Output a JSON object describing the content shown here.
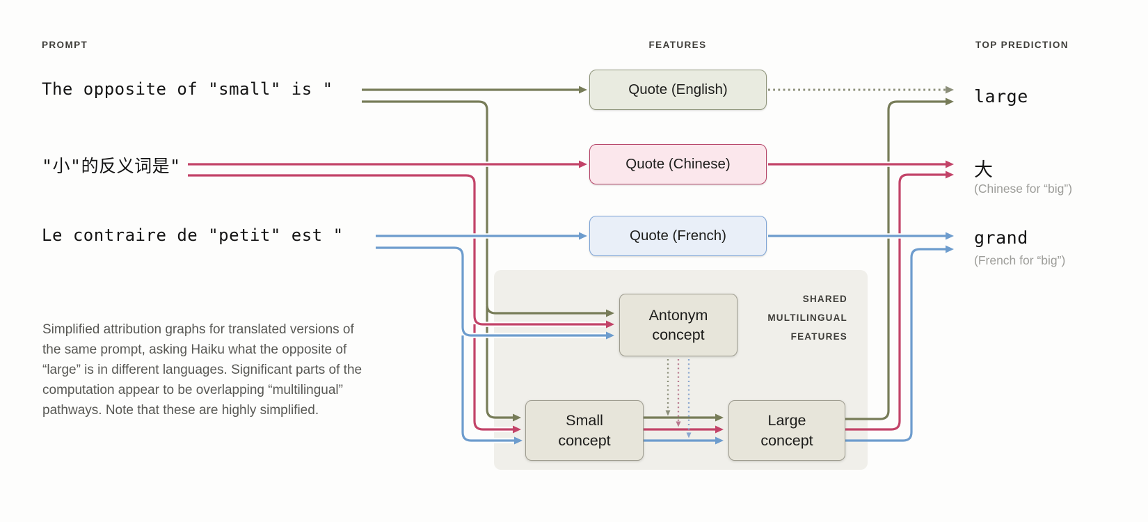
{
  "headers": {
    "prompt": "PROMPT",
    "features": "FEATURES",
    "top_prediction": "TOP PREDICTION"
  },
  "prompts": [
    {
      "id": "english",
      "text": "The opposite of \"small\" is \""
    },
    {
      "id": "chinese",
      "text": "\"小\"的反义词是\""
    },
    {
      "id": "french",
      "text": "Le contraire de \"petit\" est \""
    }
  ],
  "feature_boxes": [
    {
      "id": "english",
      "label": "Quote (English)"
    },
    {
      "id": "chinese",
      "label": "Quote (Chinese)"
    },
    {
      "id": "french",
      "label": "Quote (French)"
    }
  ],
  "shared_group": {
    "line1": "SHARED",
    "line2": "MULTILINGUAL",
    "line3": "FEATURES"
  },
  "concept_boxes": [
    {
      "id": "antonym",
      "label": "Antonym concept"
    },
    {
      "id": "small",
      "label": "Small concept"
    },
    {
      "id": "large",
      "label": "Large concept"
    }
  ],
  "predictions": [
    {
      "word": "large",
      "note": ""
    },
    {
      "word": "大",
      "note": "(Chinese for “big”)"
    },
    {
      "word": "grand",
      "note": "(French for “big”)"
    }
  ],
  "caption": "Simplified attribution graphs for translated versions of the same prompt, asking Haiku what the opposite of “large” is in different languages. Significant parts of the computation appear to be overlapping “multilingual” pathways. Note that these are highly simplified.",
  "colors": {
    "english_path": "#777c58",
    "chinese_path": "#c24368",
    "french_path": "#6d9ccd",
    "english_dotted": "#8b8e79",
    "chinese_dotted": "#b8798e",
    "french_dotted": "#8aa6cf",
    "shared_panel": "#f0efea"
  }
}
